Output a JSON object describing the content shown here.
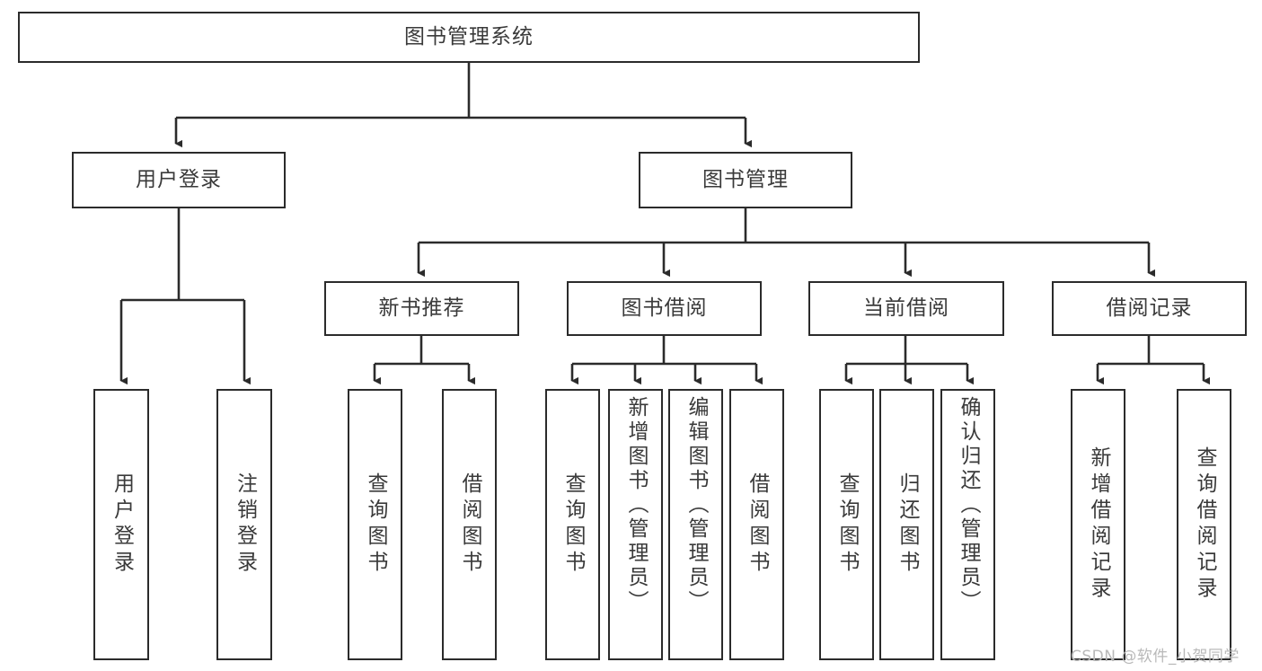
{
  "diagram": {
    "title": "图书管理系统",
    "type": "hierarchy-tree",
    "root": {
      "label": "图书管理系统"
    },
    "level2": [
      {
        "label": "用户登录"
      },
      {
        "label": "图书管理"
      }
    ],
    "level3": [
      {
        "label": "新书推荐"
      },
      {
        "label": "图书借阅"
      },
      {
        "label": "当前借阅"
      },
      {
        "label": "借阅记录"
      }
    ],
    "leaves": {
      "user_login": [
        {
          "label": "用户登录"
        },
        {
          "label": "注销登录"
        }
      ],
      "new_book_recommend": [
        {
          "label": "查询图书"
        },
        {
          "label": "借阅图书"
        }
      ],
      "book_borrow": [
        {
          "label": "查询图书"
        },
        {
          "label": "新增图书（管理员）"
        },
        {
          "label": "编辑图书（管理员）"
        },
        {
          "label": "借阅图书"
        }
      ],
      "current_borrow": [
        {
          "label": "查询图书"
        },
        {
          "label": "归还图书"
        },
        {
          "label": "确认归还（管理员）"
        }
      ],
      "borrow_record": [
        {
          "label": "新增借阅记录"
        },
        {
          "label": "查询借阅记录"
        }
      ]
    }
  },
  "watermark": {
    "text": "CSDN @软件_小贺同学"
  },
  "colors": {
    "box_border": "#2b2b2b",
    "text": "#3a3a3a",
    "line": "#2b2b2b",
    "background": "#ffffff",
    "watermark": "#b9b9b9"
  }
}
